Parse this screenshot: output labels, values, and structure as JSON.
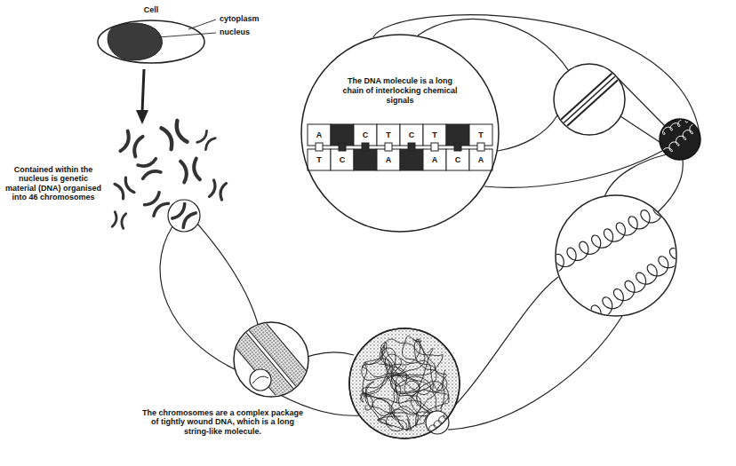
{
  "diagram": {
    "nodes": [
      {
        "text": [
          "The DNA molecule is a long chain of interlocking chemical signals"
        ]
      }
    ],
    "labels": [
      "Cell",
      "cytoplasm",
      "nucleus",
      "Contained within the nucleus is genetic material (DNA) organised into 46 chromosomes",
      "A",
      "C",
      "T",
      "C",
      "T",
      "T",
      "T",
      "C",
      "A",
      "A",
      "C",
      "A",
      "The chromosomes are a complex package of tightly wound DNA, which is a long string-like molecule."
    ]
  }
}
